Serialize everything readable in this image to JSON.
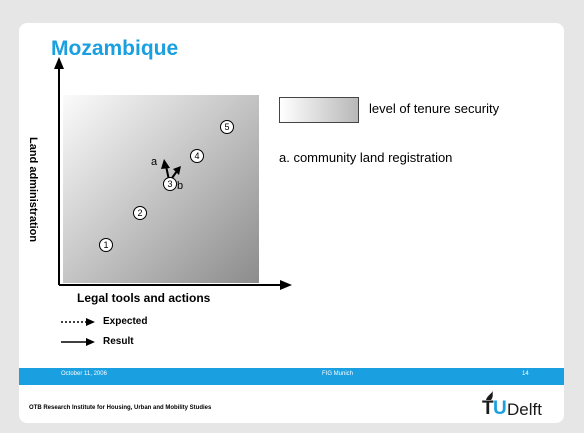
{
  "slide": {
    "title": "Mozambique",
    "y_axis_label": "Land administration",
    "x_axis_label": "Legal tools and actions",
    "legend_label": "level of tenure security",
    "note": "a.  community land registration",
    "key_expected": "Expected",
    "key_result": "Result",
    "nodes": [
      "1",
      "2",
      "3",
      "4",
      "5"
    ],
    "point_a": "a",
    "point_b": "b"
  },
  "footer": {
    "date": "October 11, 2006",
    "event": "FIG Munich",
    "page": "14",
    "institute": "OTB Research Institute for Housing, Urban and Mobility Studies",
    "logo_t": "T",
    "logo_u": "U",
    "logo_delft": "Delft"
  },
  "colors": {
    "accent": "#1a9fe0",
    "background": "#e6e6e6"
  }
}
